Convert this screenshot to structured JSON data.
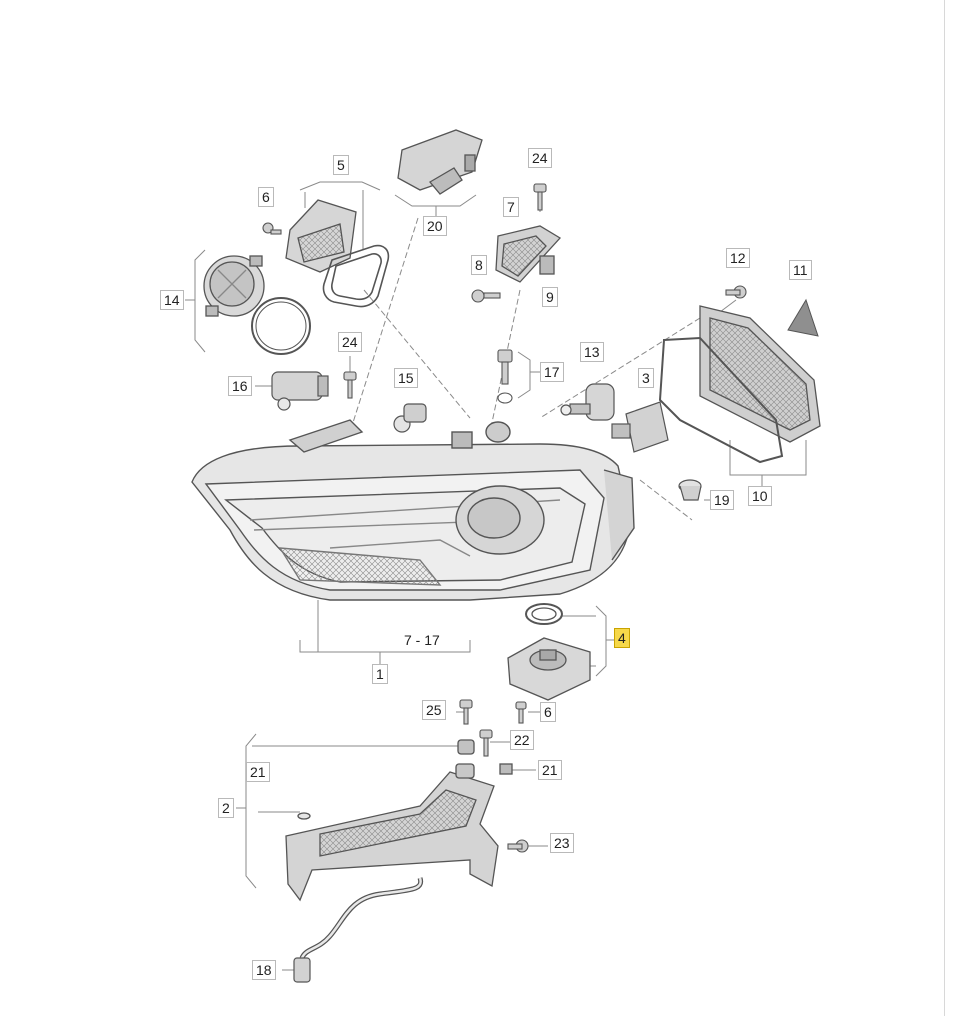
{
  "colors": {
    "outline": "#555555",
    "part_fill": "#dcdcdc",
    "part_dark": "#9a9a9a",
    "leader": "#8a8a8a",
    "highlight": "#f6d84a"
  },
  "callouts": {
    "c1": "1",
    "c2": "2",
    "c3": "3",
    "c4": "4",
    "c5": "5",
    "c6a": "6",
    "c6b": "6",
    "c7": "7",
    "c8": "8",
    "c9": "9",
    "c10": "10",
    "c11": "11",
    "c12": "12",
    "c13": "13",
    "c14": "14",
    "c15": "15",
    "c16": "16",
    "c17": "17",
    "c18": "18",
    "c19": "19",
    "c20": "20",
    "c21a": "21",
    "c21b": "21",
    "c22": "22",
    "c23": "23",
    "c24a": "24",
    "c24b": "24",
    "c25": "25",
    "range": "7 - 17"
  }
}
